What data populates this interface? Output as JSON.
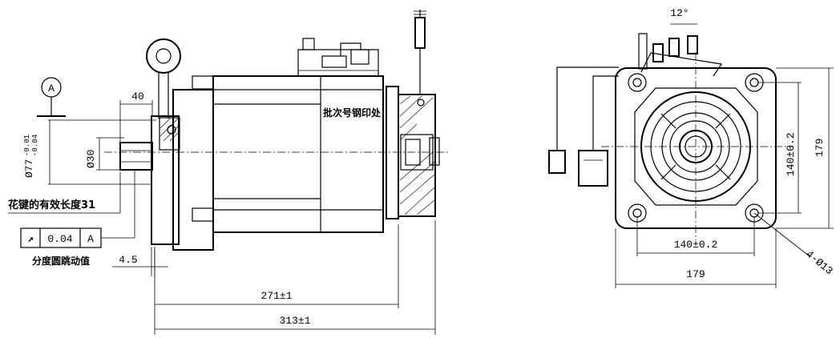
{
  "labels": {
    "datum_letter": "A",
    "dim_40": "40",
    "dim_77": "Ø77",
    "dim_77_tol_upper": "-0.01",
    "dim_77_tol_lower": "-0.04",
    "dim_30": "Ø30",
    "spline_note": "花键的有效长度31",
    "runout_symbol": "↗",
    "runout_value": "0.04",
    "runout_datum": "A",
    "runout_caption": "分度圆跳动值",
    "dim_4_5": "4.5",
    "dim_271": "271±1",
    "dim_313": "313±1",
    "batch_mark": "批次号钢印处",
    "angle_12": "12°",
    "dim_140_v": "140±0.2",
    "dim_179_v": "179",
    "dim_140_h": "140±0.2",
    "dim_179_h": "179",
    "holes": "4-Ø13"
  }
}
